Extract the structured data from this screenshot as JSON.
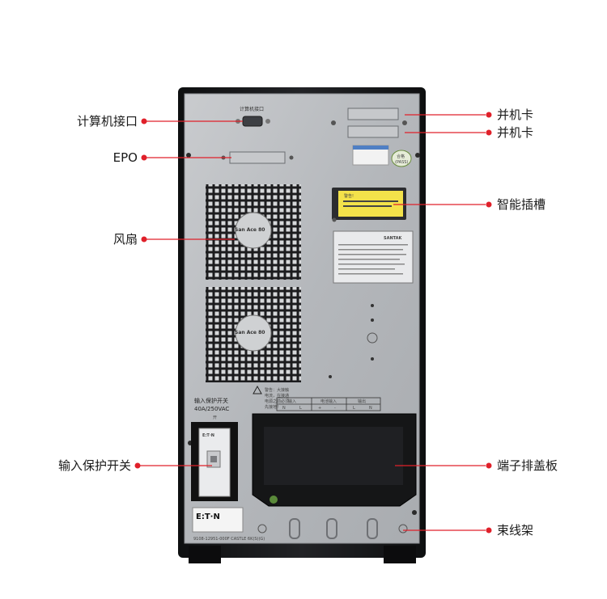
{
  "callouts_left": {
    "computer_port": "计算机接口",
    "epo": "EPO",
    "fan": "风扇",
    "input_breaker": "输入保护开关"
  },
  "callouts_right": {
    "parallel_card_1": "并机卡",
    "parallel_card_2": "并机卡",
    "smart_slot": "智能插槽",
    "terminal_cover": "端子排盖板",
    "cable_rack": "束线架"
  },
  "panel_text": {
    "computer_port_label": "计算机接口",
    "pass_badge_top": "合格",
    "pass_badge_bottom": "(PASS)",
    "warning_card_title": "警告!",
    "brand_santak": "SANTAK",
    "fan_brand": "San Ace 80",
    "warning_line1": "警告：大接触",
    "warning_line2": "电流，在接通",
    "warning_line3": "电源之前必须",
    "warning_line4": "先接地！",
    "breaker_title": "输入保护开关",
    "breaker_rating": "40A/250VAC",
    "breaker_on": "开",
    "terminal_group_input": "输入",
    "terminal_group_battery": "电池输入",
    "terminal_group_output": "输出",
    "terminal_labels": [
      "N",
      "L",
      "+",
      "-",
      "L",
      "N"
    ],
    "eaton_logo": "E:T·N",
    "serial_text": "9108-12951-000F   CASTLE 6K(S)(G)"
  },
  "colors": {
    "accent_red": "#e0202a",
    "panel_metal": "#b9bcc0",
    "cabinet_black": "#17181a"
  }
}
